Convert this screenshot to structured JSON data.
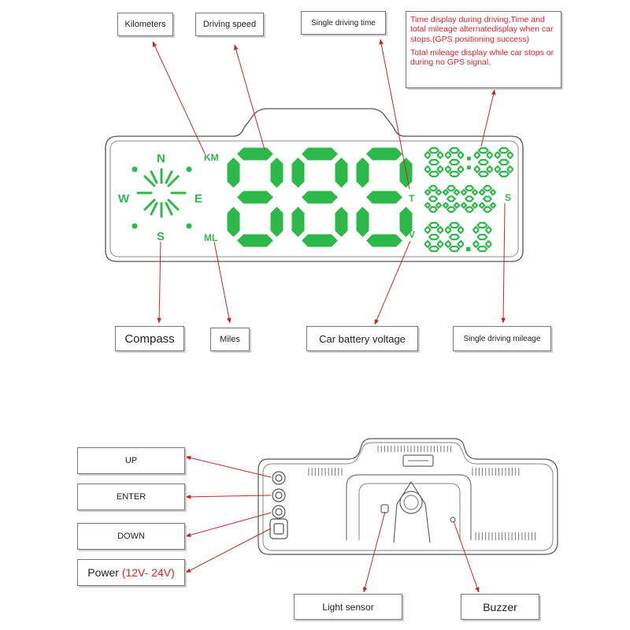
{
  "top_labels": {
    "kilometers": "Kilometers",
    "driving_speed": "Driving speed",
    "single_driving_time": "Single driving time",
    "time_note_1": "Time display during driving,Time and total mileage alternatedisplay when car stops.(GPS positioning success)",
    "time_note_2": "Total mileage display while car stops or during no GPS signal."
  },
  "bottom_labels": {
    "compass": "Compass",
    "miles": "Miles",
    "battery_voltage": "Car battery voltage",
    "single_driving_mileage": "Single driving mileage"
  },
  "display": {
    "compass_n": "N",
    "compass_s": "S",
    "compass_e": "E",
    "compass_w": "W",
    "unit_km": "KM",
    "unit_ml": "ML",
    "unit_t": "T",
    "unit_v": "V",
    "unit_s": "S",
    "speed_digits": "888",
    "time_digits": "88:88",
    "mileage_digits": "8888",
    "voltage_digits": "88.8"
  },
  "rear_labels": {
    "up": "UP",
    "enter": "ENTER",
    "down": "DOWN",
    "power": "Power ",
    "power_range": "(12V- 24V)",
    "light_sensor": "Light sensor",
    "buzzer": "Buzzer"
  },
  "colors": {
    "lcd_green": "#2db84a",
    "arrow_red": "#c62828",
    "note_red": "#d9232e"
  }
}
